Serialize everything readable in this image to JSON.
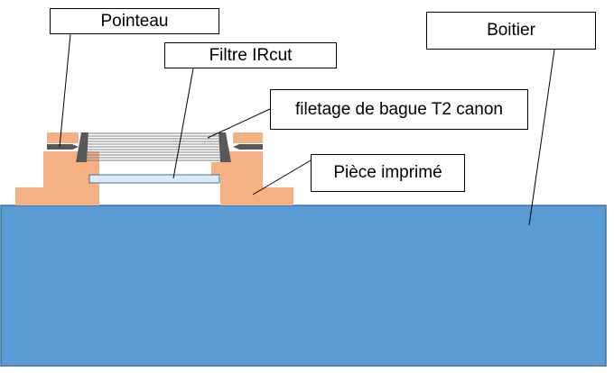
{
  "labels": {
    "pointeau": "Pointeau",
    "filtre": "Filtre IRcut",
    "filetage": "filetage de bague T2 canon",
    "piece": "Pièce imprimé",
    "boitier": "Boitier"
  },
  "colors": {
    "housing": "#5b9bd5",
    "housing_border": "#41719c",
    "printed_part": "#f4b183",
    "filter": "#deebf7",
    "filter_border": "#41719c",
    "screw": "#595959",
    "thread_lines": "#7f7f7f",
    "leader": "#000000"
  }
}
